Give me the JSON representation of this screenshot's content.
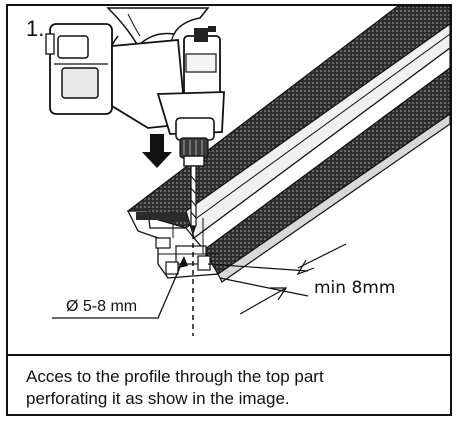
{
  "step": {
    "number": "1."
  },
  "labels": {
    "diameter": "Ø 5-8 mm",
    "min_distance": "min 8mm"
  },
  "caption": {
    "line1": "Acces to the profile through the top part",
    "line2": "perforating it as show in the image."
  },
  "icons": [
    "drill-icon",
    "hand-icon",
    "down-arrow-icon",
    "profile-rail-icon"
  ],
  "colors": {
    "ink": "#111111",
    "background": "#ffffff",
    "mesh": "#3a3a3a"
  }
}
